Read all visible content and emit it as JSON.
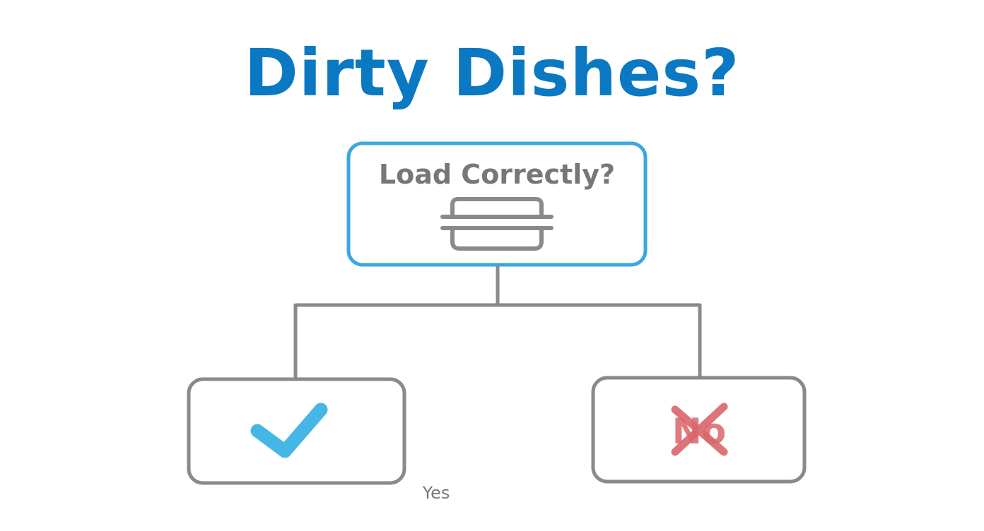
{
  "title": "Dirty Dishes?",
  "question_node": {
    "label": "Load Correctly?",
    "icon": "dish-tray-icon"
  },
  "yes_node": {
    "icon": "checkmark-icon",
    "caption": "Yes"
  },
  "no_node": {
    "label": "No",
    "icon": "cross-out-icon"
  },
  "colors": {
    "title": "#0a78c2",
    "question_border": "#3aa8e0",
    "node_border": "#8a8a8a",
    "connector": "#8a8a8a",
    "text_gray": "#777777",
    "check": "#45b6e6",
    "no_red": "#d9666a"
  }
}
